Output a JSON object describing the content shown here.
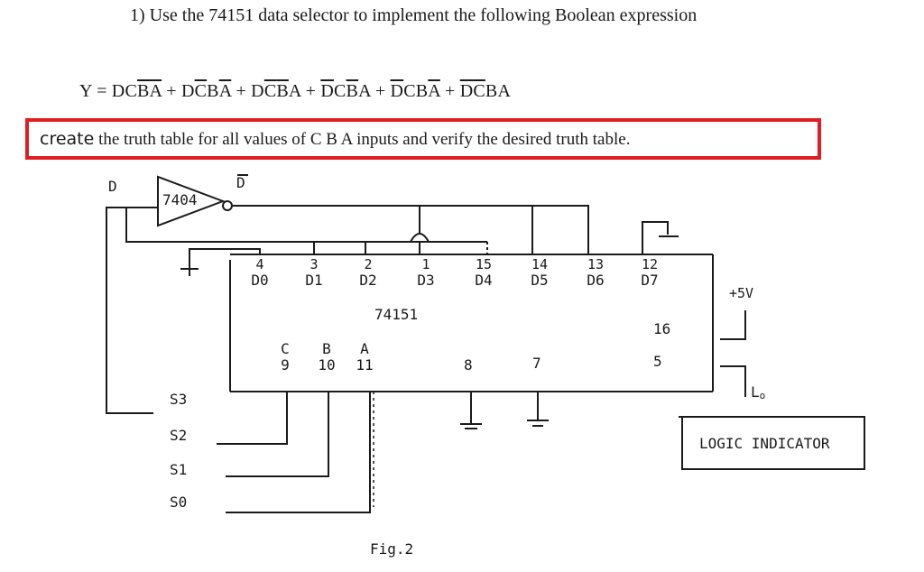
{
  "problem": {
    "number": "1)",
    "text": "Use the 74151 data selector to implement the following Boolean expression"
  },
  "equation": {
    "lhs": "Y =",
    "terms": [
      {
        "chars": [
          {
            "c": "D",
            "bar": false
          },
          {
            "c": "C",
            "bar": false
          },
          {
            "c": "B",
            "bar": true
          },
          {
            "c": "A",
            "bar": true
          }
        ]
      },
      {
        "chars": [
          {
            "c": "D",
            "bar": false
          },
          {
            "c": "C",
            "bar": true
          },
          {
            "c": "B",
            "bar": false
          },
          {
            "c": "A",
            "bar": true
          }
        ]
      },
      {
        "chars": [
          {
            "c": "D",
            "bar": false
          },
          {
            "c": "C",
            "bar": true
          },
          {
            "c": "B",
            "bar": true
          },
          {
            "c": "A",
            "bar": false
          }
        ]
      },
      {
        "chars": [
          {
            "c": "D",
            "bar": true
          },
          {
            "c": "C",
            "bar": false
          },
          {
            "c": "B",
            "bar": true
          },
          {
            "c": "A",
            "bar": false
          }
        ]
      },
      {
        "chars": [
          {
            "c": "D",
            "bar": true
          },
          {
            "c": "C",
            "bar": false
          },
          {
            "c": "B",
            "bar": false
          },
          {
            "c": "A",
            "bar": true
          }
        ]
      },
      {
        "chars": [
          {
            "c": "D",
            "bar": true
          },
          {
            "c": "C",
            "bar": true
          },
          {
            "c": "B",
            "bar": false
          },
          {
            "c": "A",
            "bar": false
          }
        ]
      }
    ],
    "plus": "+"
  },
  "note": {
    "first_word": "create",
    "rest": "the truth table for all values of C B A inputs and verify the desired truth table.",
    "border_color": "#e01c24"
  },
  "circuit": {
    "input_d": "D",
    "inverter_label": "7404",
    "inverter_output": "D",
    "chip_label": "74151",
    "data_pins": [
      {
        "num": "4",
        "name": "D0"
      },
      {
        "num": "3",
        "name": "D1"
      },
      {
        "num": "2",
        "name": "D2"
      },
      {
        "num": "1",
        "name": "D3"
      },
      {
        "num": "15",
        "name": "D4"
      },
      {
        "num": "14",
        "name": "D5"
      },
      {
        "num": "13",
        "name": "D6"
      },
      {
        "num": "12",
        "name": "D7"
      }
    ],
    "select_pins": [
      {
        "name": "C",
        "num": "9"
      },
      {
        "name": "B",
        "num": "10"
      },
      {
        "name": "A",
        "num": "11"
      }
    ],
    "pin_8": "8",
    "pin_7": "7",
    "pin_16": "16",
    "pin_5": "5",
    "vcc": "+5V",
    "led_label": "L",
    "led_subscript": "o",
    "switches": [
      "S3",
      "S2",
      "S1",
      "S0"
    ],
    "logic_indicator": "LOGIC INDICATOR",
    "figure": "Fig.2"
  }
}
